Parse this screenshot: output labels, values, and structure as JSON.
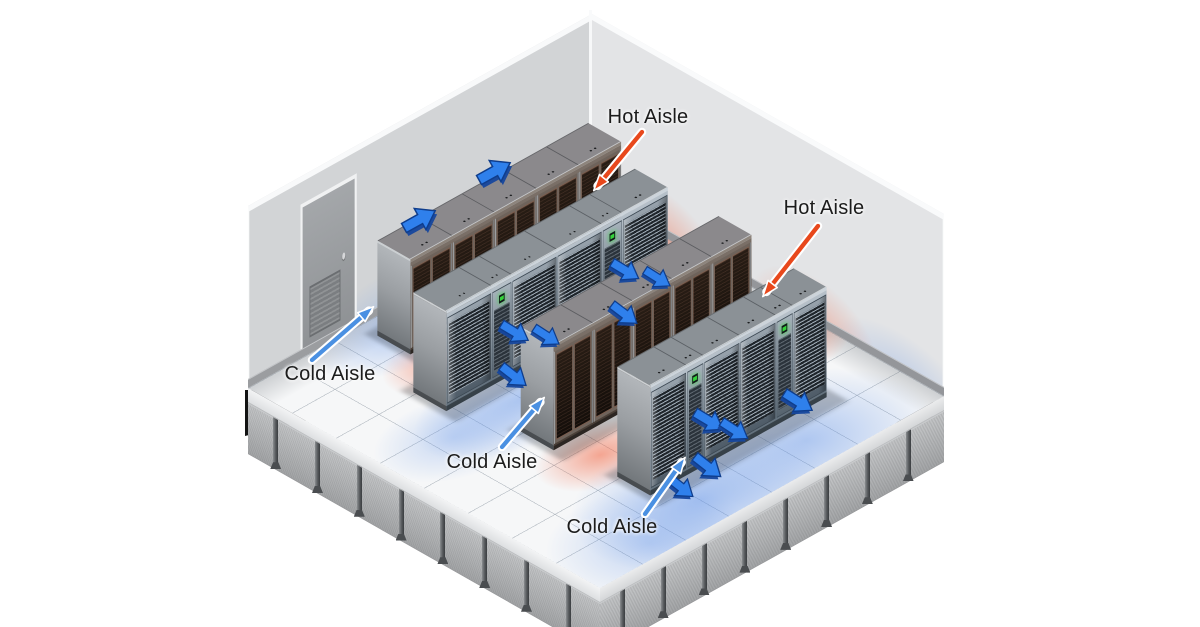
{
  "diagram": {
    "type": "isometric-datacenter-hot-cold-aisle",
    "labels": {
      "hot_aisle_top": "Hot Aisle",
      "hot_aisle_right": "Hot Aisle",
      "cold_aisle_left": "Cold Aisle",
      "cold_aisle_center": "Cold Aisle",
      "cold_aisle_front": "Cold Aisle"
    },
    "colors": {
      "hot_accent": "#e8481c",
      "cold_accent": "#4a90e2",
      "airflow_arrow": "#2f80ec",
      "airflow_arrow_dark": "#16479e",
      "airflow_arrow_stroke": "#0f3d8c",
      "hot_glow": "#f25c36",
      "cold_glow": "#6092e8",
      "led_green": "#35d43a",
      "text": "#1c1c1c"
    }
  }
}
